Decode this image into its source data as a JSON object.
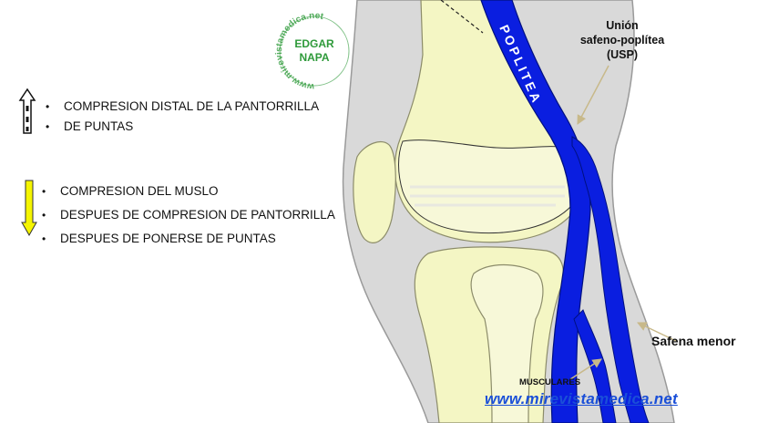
{
  "colors": {
    "background": "#ffffff",
    "soft_tissue": "#d9d9d9",
    "bone": "#f4f6c4",
    "vein": "#0a1ee0",
    "arrow_yellow": "#f5f500",
    "link_blue": "#1a4fd8",
    "logo_green": "#2e9a3a"
  },
  "logo": {
    "line1": "EDGAR",
    "line2": "NAPA",
    "ring_text": "www.mirevistamedica.net"
  },
  "legend_up": {
    "arrow_icon": "dashed-up-arrow-icon",
    "items": [
      "COMPRESION DISTAL DE LA PANTORRILLA",
      "DE PUNTAS"
    ]
  },
  "legend_down": {
    "arrow_icon": "yellow-down-arrow-icon",
    "items": [
      "COMPRESION DEL MUSLO",
      "DESPUES DE  COMPRESION DE PANTORRILLA",
      "DESPUES DE PONERSE DE PUNTAS"
    ]
  },
  "labels": {
    "poplitea": "POPLITEA",
    "usp_line1": "Unión",
    "usp_line2": "safeno-poplítea",
    "usp_line3": "(USP)",
    "safena_menor": "Safena menor",
    "musculares": "MUSCULARES"
  },
  "site_url": "www.mirevistamedica.net"
}
